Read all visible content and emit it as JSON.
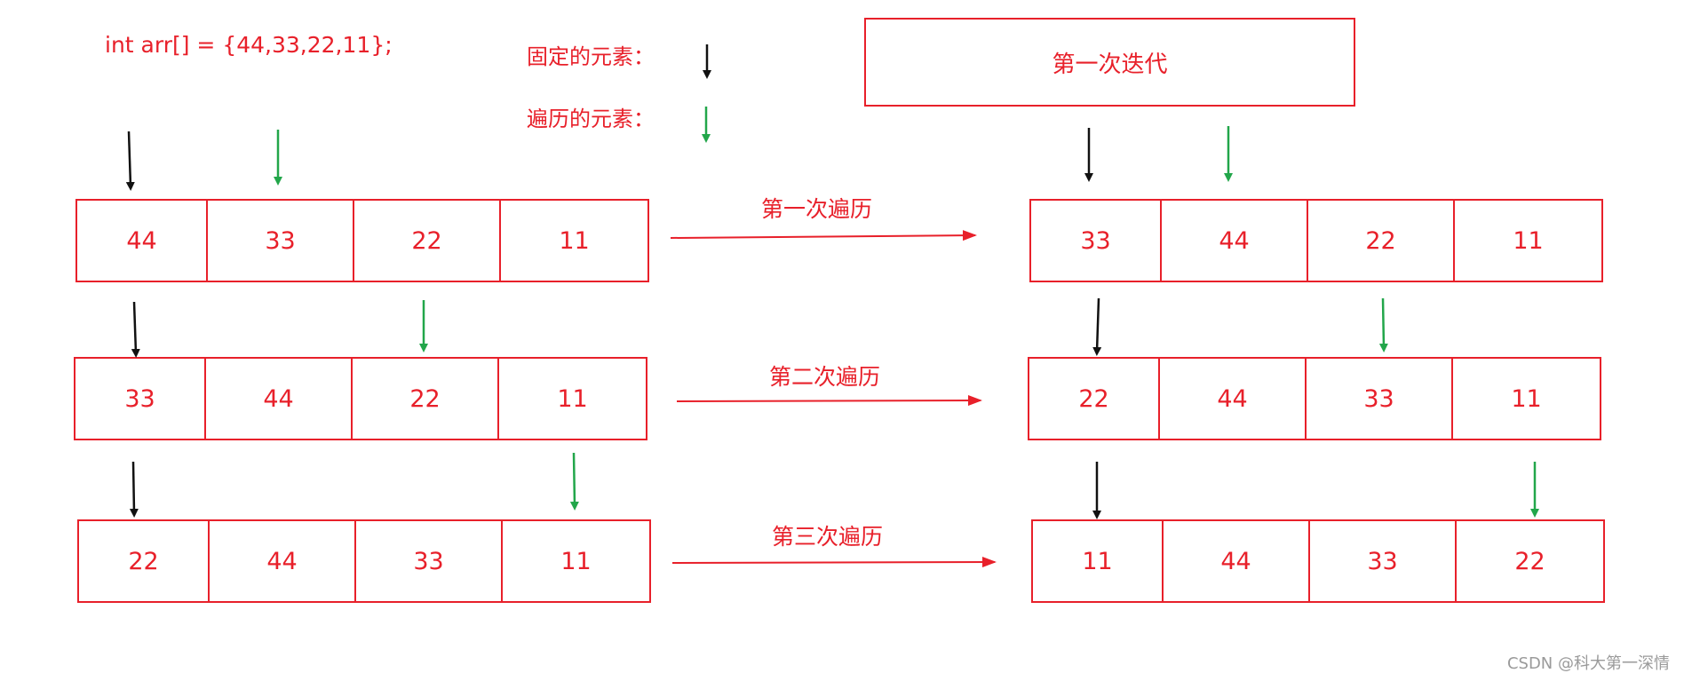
{
  "code": "int arr[] = {44,33,22,11};",
  "legend": {
    "fixed_label": "固定的元素：",
    "traverse_label": "遍历的元素："
  },
  "title": "第一次迭代",
  "rows": [
    {
      "label": "第一次遍历",
      "before": [
        "44",
        "33",
        "22",
        "11"
      ],
      "after": [
        "33",
        "44",
        "22",
        "11"
      ]
    },
    {
      "label": "第二次遍历",
      "before": [
        "33",
        "44",
        "22",
        "11"
      ],
      "after": [
        "22",
        "44",
        "33",
        "11"
      ]
    },
    {
      "label": "第三次遍历",
      "before": [
        "22",
        "44",
        "33",
        "11"
      ],
      "after": [
        "11",
        "44",
        "33",
        "22"
      ]
    }
  ],
  "watermark": "CSDN @科大第一深情",
  "colors": {
    "accent": "#e8202a",
    "fixed_arrow": "#111111",
    "traverse_arrow": "#22a64a"
  }
}
